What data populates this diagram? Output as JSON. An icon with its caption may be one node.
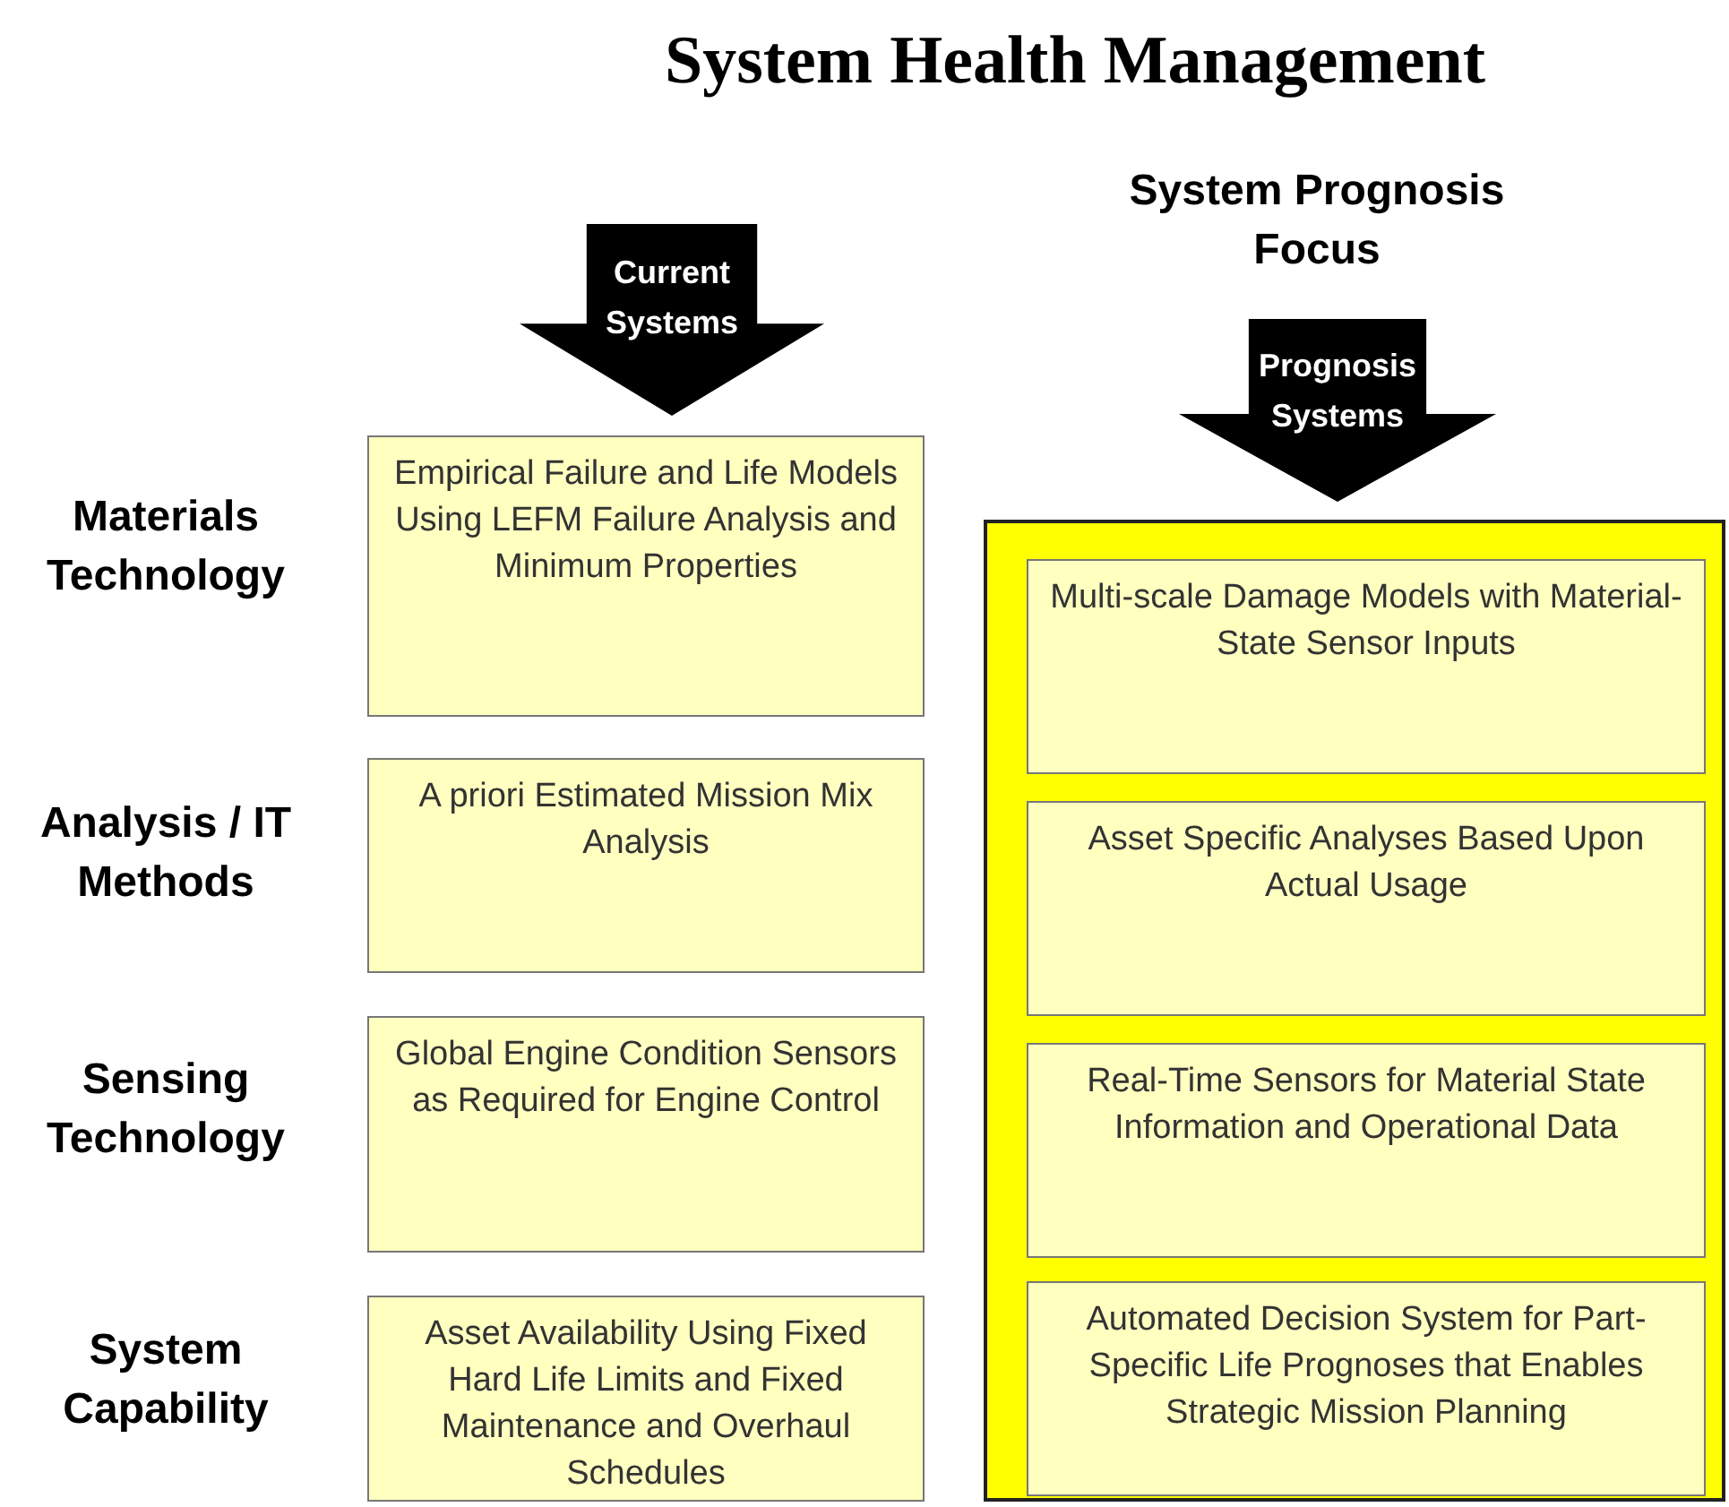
{
  "diagram": {
    "title": "System Health Management",
    "nodes": [
      {
        "text": [
          "Current Systems"
        ]
      },
      {
        "text": [
          "Prognosis Systems"
        ]
      },
      {
        "text": [],
        "shape": "box"
      },
      {
        "text": [
          "Empirical Failure and Life Models Using LEFM Failure Analysis and Minimum Properties"
        ]
      },
      {
        "text": [
          "A priori Estimated Mission Mix Analysis"
        ]
      },
      {
        "text": [
          "Global Engine Condition Sensors as Required for Engine Control"
        ]
      },
      {
        "text": [
          "Asset Availability Using Fixed Hard Life Limits and Fixed Maintenance and Overhaul Schedules"
        ]
      },
      {
        "text": [
          "Multi-scale Damage Models with Material-State Sensor Inputs"
        ],
        "in": 2
      },
      {
        "text": [
          "Asset Specific Analyses Based Upon Actual Usage"
        ],
        "in": 2
      },
      {
        "text": [
          "Real-Time Sensors for Material State Information and Operational Data"
        ],
        "in": 2
      },
      {
        "text": [
          "Automated Decision System for Part-Specific Life Prognoses that Enables Strategic Mission Planning"
        ],
        "in": 2
      }
    ],
    "edges": [],
    "labels": [
      "System Prognosis Focus",
      "Materials Technology",
      "Analysis / IT Methods",
      "Sensing Technology",
      "System Capability"
    ]
  }
}
